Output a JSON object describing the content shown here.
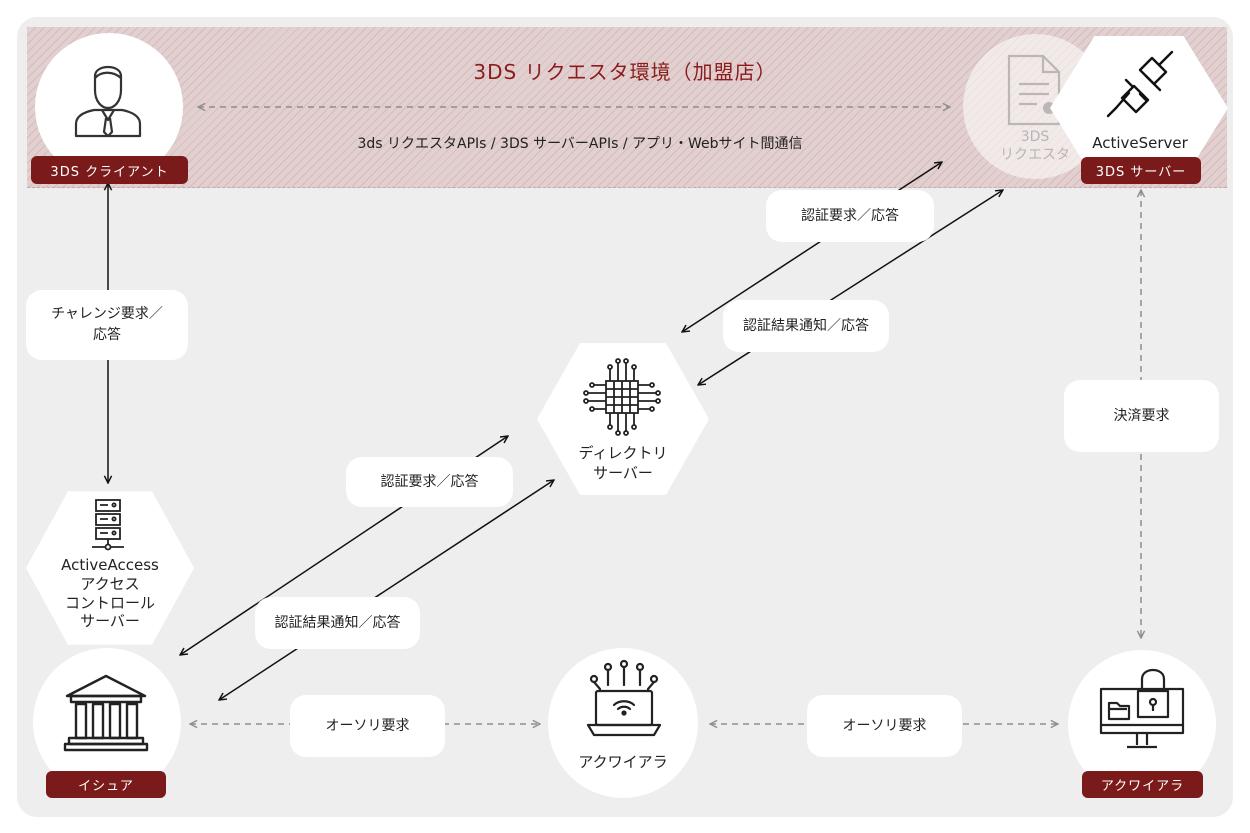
{
  "band": {
    "title": "3DS リクエスタ環境（加盟店）",
    "subtitle": "3ds リクエスタAPIs / 3DS サーバーAPIs / アプリ・Webサイト間通信"
  },
  "nodes": {
    "client_tag": "3DS クライアント",
    "requestor_label": "3DS\nリクエスタ",
    "activeserver_label": "ActiveServer",
    "server_tag": "3DS サーバー",
    "directory_label": "ディレクトリ\nサーバー",
    "acs_label": "ActiveAccess\nアクセス\nコントロール\nサーバー",
    "issuer_tag": "イシュア",
    "acquirer_center_label": "アクワイアラ",
    "acquirer_tag": "アクワイアラ"
  },
  "flows": {
    "challenge": "チャレンジ要求／\n応答",
    "auth_req_top": "認証要求／応答",
    "auth_result_top": "認証結果通知／応答",
    "payment": "決済要求",
    "auth_req_bottom": "認証要求／応答",
    "auth_result_bottom": "認証結果通知／応答",
    "authorization_left": "オーソリ要求",
    "authorization_right": "オーソリ要求"
  },
  "colors": {
    "accent": "#7a1a1a",
    "title": "#8b1c1c",
    "band": "#e2cfcf",
    "panel": "#efeeee",
    "dashed": "#8e8e8e"
  }
}
